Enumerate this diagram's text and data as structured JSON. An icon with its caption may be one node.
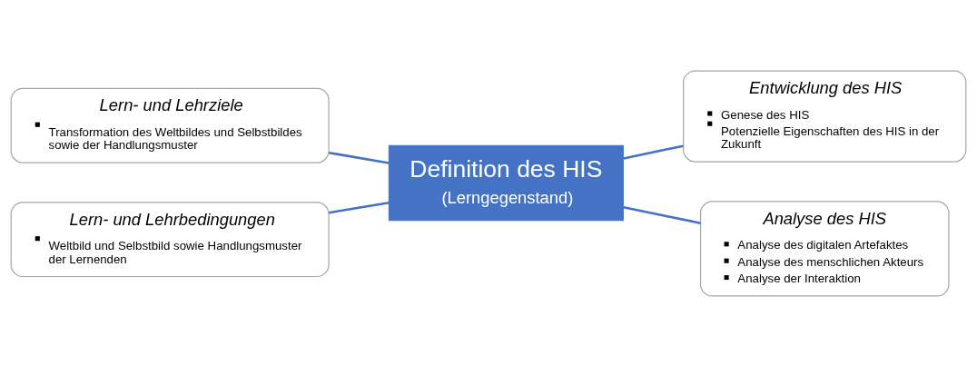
{
  "diagram": {
    "nodes": [
      {
        "text": [
          "Definition des HIS",
          "(Lerngegenstand)"
        ]
      },
      {
        "text": [
          "Lern- und Lehrziele",
          "Transformation des Weltbildes und Selbstbildes sowie der Handlungsmuster"
        ]
      },
      {
        "text": [
          "Entwicklung des HIS",
          "Genese des HIS",
          "Potenzielle Eigenschaften des HIS in der Zukunft"
        ]
      },
      {
        "text": [
          "Lern- und Lehrbedingungen",
          "Weltbild und Selbstbild sowie Handlungsmuster der Lernenden"
        ]
      },
      {
        "text": [
          "Analyse des HIS",
          "Analyse des digitalen Artefaktes",
          "Analyse des menschlichen Akteurs",
          "Analyse der Interaktion"
        ]
      }
    ],
    "edges": [
      {
        "from": 1,
        "to": 0,
        "arrow": "none"
      },
      {
        "from": 0,
        "to": 2,
        "arrow": "none"
      },
      {
        "from": 3,
        "to": 0,
        "arrow": "none"
      },
      {
        "from": 0,
        "to": 4,
        "arrow": "none"
      }
    ]
  }
}
